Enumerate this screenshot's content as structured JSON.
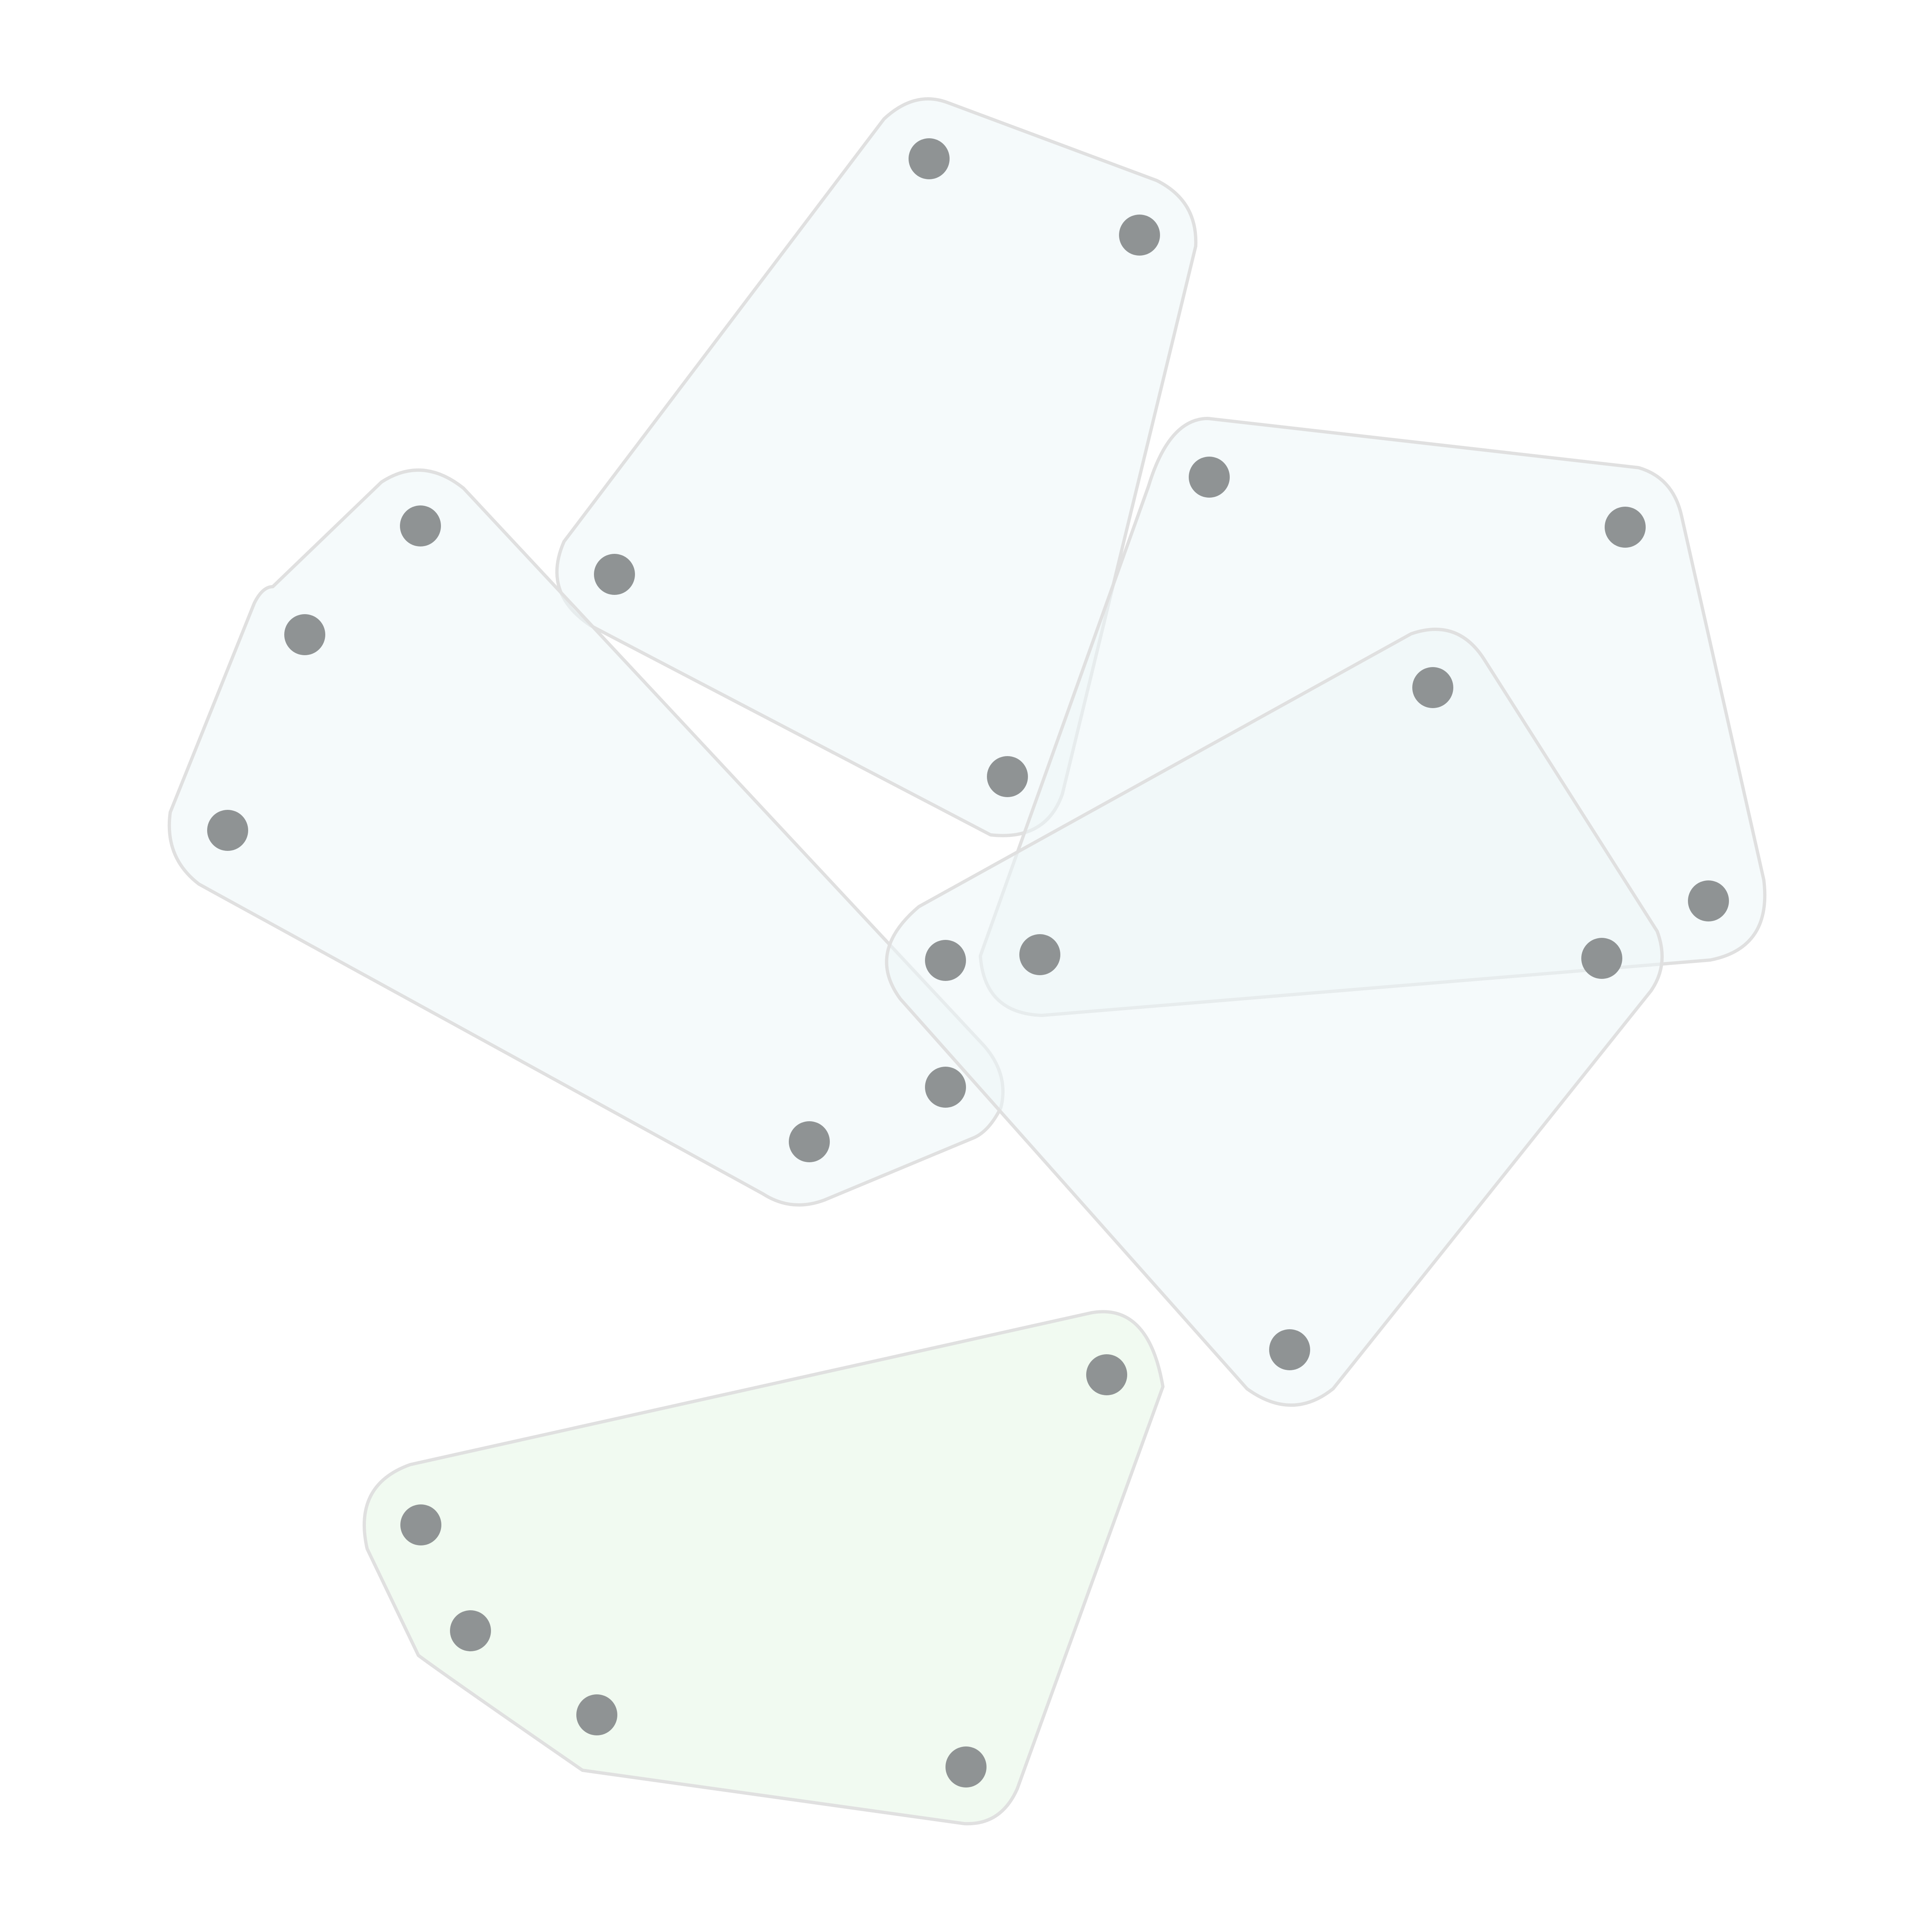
{
  "diagram": {
    "type": "hypergraph",
    "title": "",
    "colors": {
      "background": "#ffffff",
      "hull_stroke": "#e0e0e0",
      "hull_fill_blue": "#ecf6f7",
      "hull_fill_green": "#ecf8ec",
      "node_fill": "#8f9394"
    },
    "hyperedges": [
      {
        "id": "group-top",
        "color": "blue",
        "node_count": 4
      },
      {
        "id": "group-left",
        "color": "blue",
        "node_count": 5
      },
      {
        "id": "group-right",
        "color": "blue",
        "node_count": 4
      },
      {
        "id": "group-center-right",
        "color": "blue",
        "node_count": 4
      },
      {
        "id": "group-bottom",
        "color": "green",
        "node_count": 5
      }
    ],
    "node_count": 22
  }
}
